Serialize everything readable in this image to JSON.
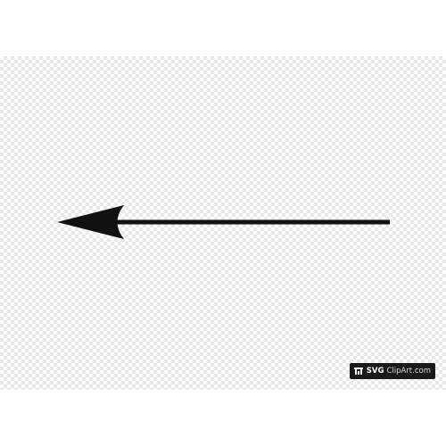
{
  "image": {
    "subject": "arrow-left",
    "background_pattern": "transparency-checkerboard",
    "colors": {
      "arrow": "#111111",
      "checker_light": "#ffffff",
      "checker_dark": "#e9e9e9",
      "watermark_bg": "#1a1a1a",
      "watermark_text": "#ffffff"
    }
  },
  "watermark": {
    "brand": "SVG",
    "site": "ClipArt.com",
    "icon": "svgclipart-logo-icon"
  }
}
